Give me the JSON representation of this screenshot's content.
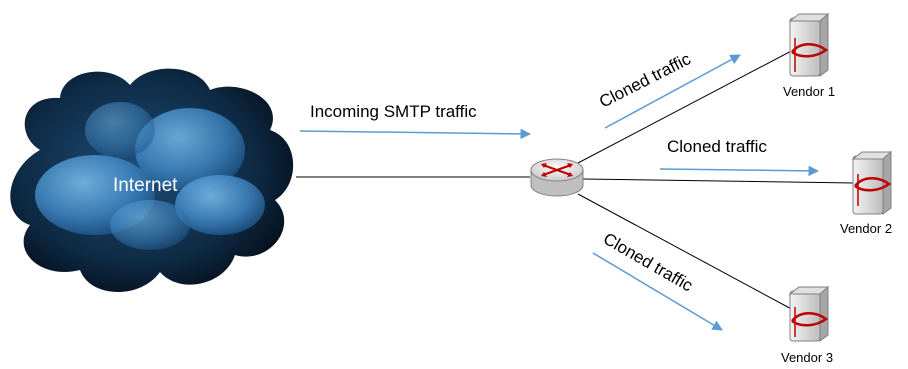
{
  "cloud": {
    "label": "Internet",
    "icon": "cloud-icon"
  },
  "router": {
    "icon": "router-icon"
  },
  "incoming_label": "Incoming SMTP traffic",
  "cloned_labels": [
    "Cloned traffic",
    "Cloned traffic",
    "Cloned traffic"
  ],
  "vendors": [
    {
      "label": "Vendor 1",
      "icon": "server-icon"
    },
    {
      "label": "Vendor 2",
      "icon": "server-icon"
    },
    {
      "label": "Vendor 3",
      "icon": "server-icon"
    }
  ],
  "colors": {
    "arrow": "#5b9bd5",
    "line": "#000000",
    "cloud_dark": "#0e2a44",
    "cloud_light": "#5aa7de",
    "server_accent": "#c00000",
    "router_accent": "#c00000"
  }
}
